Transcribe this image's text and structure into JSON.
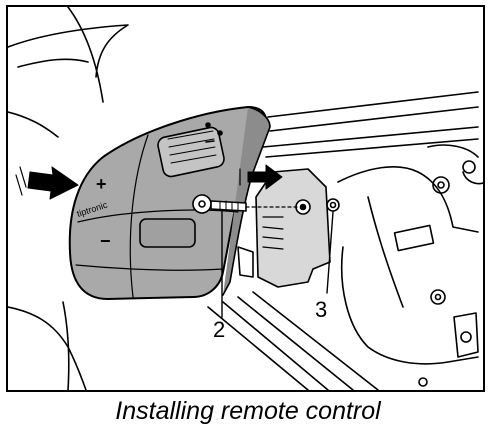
{
  "figure": {
    "callouts": [
      {
        "id": "2",
        "text": "2"
      },
      {
        "id": "3",
        "text": "3"
      }
    ],
    "button_labels": {
      "tiptronic": "tiptronic",
      "plus": "+",
      "minus": "−"
    },
    "colors": {
      "line": "#000000",
      "panel_fill": "#a9a9a9",
      "panel_dark": "#8c8c8c",
      "background": "#ffffff"
    }
  },
  "caption": "Installing remote control"
}
